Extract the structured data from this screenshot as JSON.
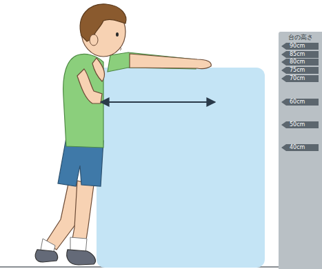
{
  "diagram": {
    "nodes": [
      {
        "text": [
          "台の高さ"
        ]
      },
      {
        "text": [
          "90cm"
        ],
        "in": 0
      },
      {
        "text": [
          "85cm"
        ],
        "in": 0
      },
      {
        "text": [
          "80cm"
        ],
        "in": 0
      },
      {
        "text": [
          "75cm"
        ],
        "in": 0
      },
      {
        "text": [
          "70cm"
        ],
        "in": 0
      },
      {
        "text": [
          "60cm"
        ],
        "in": 0
      },
      {
        "text": [
          "50cm"
        ],
        "in": 0
      },
      {
        "text": [
          "40cm"
        ],
        "in": 0
      }
    ]
  }
}
